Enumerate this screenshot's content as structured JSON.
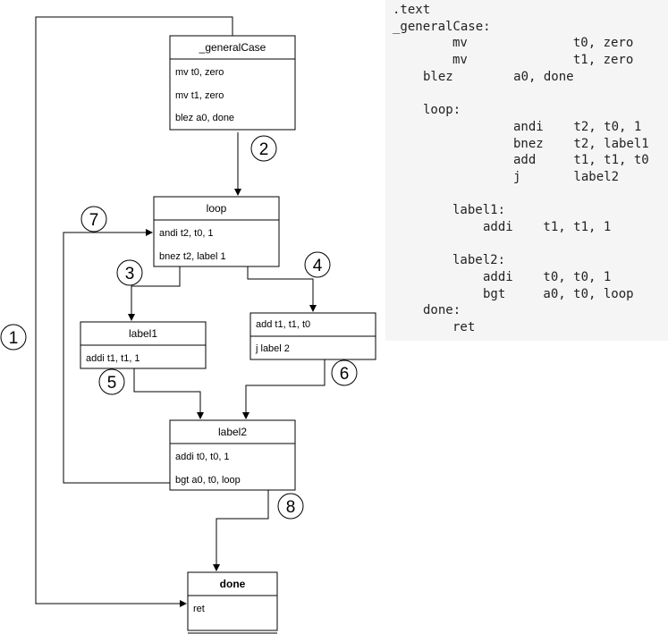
{
  "flowchart": {
    "blocks": [
      {
        "id": "generalCase",
        "title": "_generalCase",
        "title_bold": false,
        "lines": [
          "mv t0, zero",
          "mv t1, zero",
          "blez a0, done"
        ]
      },
      {
        "id": "loop",
        "title": "loop",
        "title_bold": false,
        "lines": [
          "andi t2, t0, 1",
          "bnez t2, label 1"
        ]
      },
      {
        "id": "label1",
        "title": "label1",
        "title_bold": false,
        "lines": [
          "addi t1, t1, 1"
        ]
      },
      {
        "id": "addblock",
        "title": "",
        "title_bold": false,
        "lines": [
          "add t1, t1, t0",
          "j label 2"
        ]
      },
      {
        "id": "label2",
        "title": "label2",
        "title_bold": false,
        "lines": [
          "addi t0, t0, 1",
          "bgt a0, t0, loop"
        ]
      },
      {
        "id": "done",
        "title": "done",
        "title_bold": true,
        "lines": [
          "ret"
        ]
      }
    ],
    "edge_labels": [
      "1",
      "2",
      "3",
      "4",
      "5",
      "6",
      "7",
      "8"
    ]
  },
  "code": {
    "lines": [
      ".text",
      "_generalCase:",
      "mv              t0, zero",
      "mv              t1, zero",
      "blez        a0, done",
      "loop:",
      "andi    t2, t0, 1",
      "bnez    t2, label1",
      "add     t1, t1, t0",
      "j       label2",
      "label1:",
      "addi    t1, t1, 1",
      "label2:",
      "addi    t0, t0, 1",
      "bgt     a0, t0, loop",
      "done:",
      "ret"
    ]
  }
}
